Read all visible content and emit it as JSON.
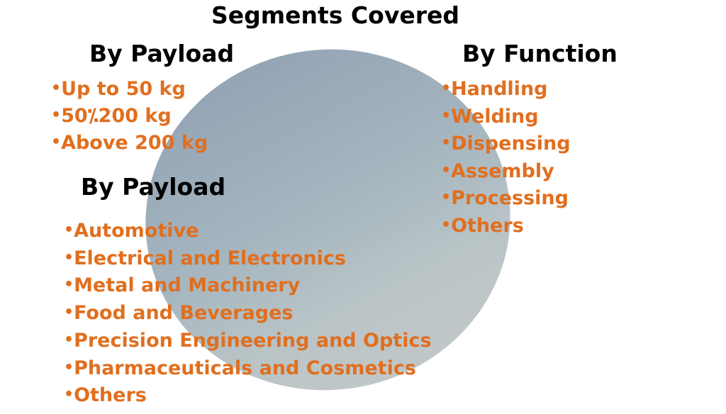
{
  "title": "Segments Covered",
  "headings": {
    "by_payload": "By Payload",
    "by_function": "By Function",
    "by_payload_second": "By Payload"
  },
  "bullet": "•",
  "payload_items": [
    "Up to 50 kg",
    "50⁒200 kg",
    "Above 200 kg"
  ],
  "function_items": [
    "Handling",
    "Welding",
    "Dispensing",
    "Assembly",
    "Processing",
    "Others"
  ],
  "industry_items": [
    "Automotive",
    "Electrical and Electronics",
    "Metal and Machinery",
    "Food and Beverages",
    "Precision Engineering and Optics",
    "Pharmaceuticals and Cosmetics",
    "Others"
  ],
  "colors": {
    "accent": "#e06f1f",
    "heading": "#000000",
    "blob": "#a4b5bf"
  }
}
